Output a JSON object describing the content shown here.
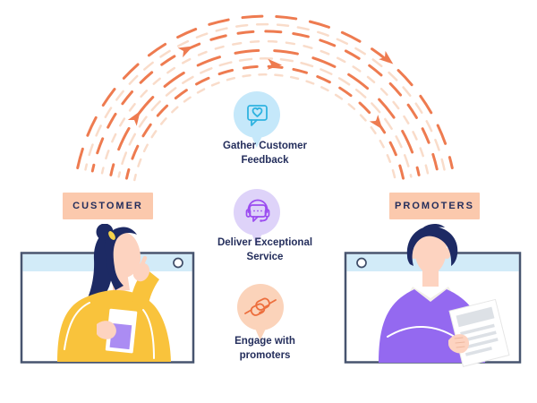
{
  "diagram": {
    "badges": {
      "customer": "CUSTOMER",
      "promoters": "PROMOTERS"
    },
    "steps": [
      {
        "id": "gather-feedback",
        "label": "Gather Customer\nFeedback",
        "icon": "heart-speech-bubble-icon",
        "bubble_color": "#c5e8fa",
        "icon_color": "#2fb3e0"
      },
      {
        "id": "deliver-service",
        "label": "Deliver Exceptional\nService",
        "icon": "headset-speech-bubble-icon",
        "bubble_color": "#ded3f9",
        "icon_color": "#9b4cf0"
      },
      {
        "id": "engage-promoters",
        "label": "Engage with\npromoters",
        "icon": "handshake-icon",
        "bubble_color": "#fbd3ba",
        "icon_color": "#ed6f3e"
      }
    ],
    "colors": {
      "arrow_orange": "#ee7b50",
      "arrow_pale": "#f9dcca",
      "badge_background": "#fbc9ad",
      "text_navy": "#242e5c",
      "window_border": "#47546f",
      "window_header": "#d2ebf8",
      "sweater_yellow": "#f9c33c",
      "sweater_purple": "#9469f0",
      "hair_navy": "#1d2a64",
      "skin_peach": "#fdd3c0"
    }
  }
}
